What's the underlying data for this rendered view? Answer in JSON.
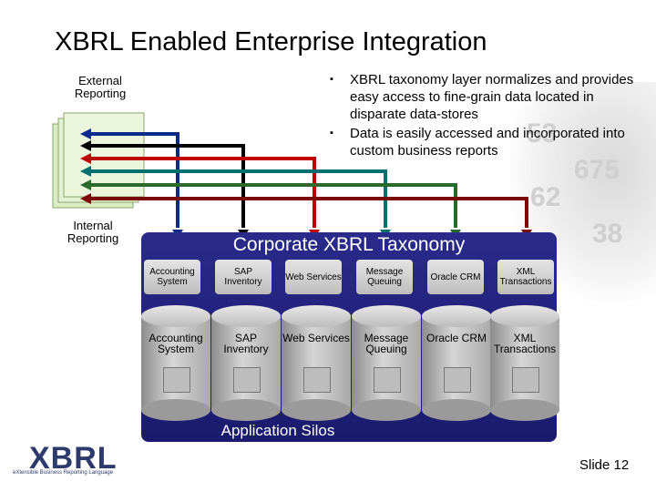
{
  "title": "XBRL Enabled Enterprise Integration",
  "labels": {
    "external": "External\nReporting",
    "internal": "Internal\nReporting"
  },
  "bullets": [
    "XBRL taxonomy layer normalizes and provides easy access to fine-grain data located in disparate data-stores",
    "Data is easily accessed and incorporated into custom business reports"
  ],
  "taxonomy_title": "Corporate XBRL Taxonomy",
  "systems_top": [
    "Accounting System",
    "SAP Inventory",
    "Web Services",
    "Message Queuing",
    "Oracle CRM",
    "XML Transactions"
  ],
  "silos": [
    "Accounting System",
    "SAP Inventory",
    "Web Services",
    "Message Queuing",
    "Oracle CRM",
    "XML Transactions"
  ],
  "silos_title": "Application Silos",
  "logo": {
    "main": "XBRL",
    "sub": "eXtensible Business Reporting Language"
  },
  "slide_number": "Slide 12",
  "colors": {
    "panel": "#1f1f78",
    "arrows": [
      "#0a2a8a",
      "#000000",
      "#c00000",
      "#007070",
      "#2a6a2a",
      "#7a0a0a"
    ]
  },
  "decor_icons": [
    "document-stack-icon"
  ]
}
